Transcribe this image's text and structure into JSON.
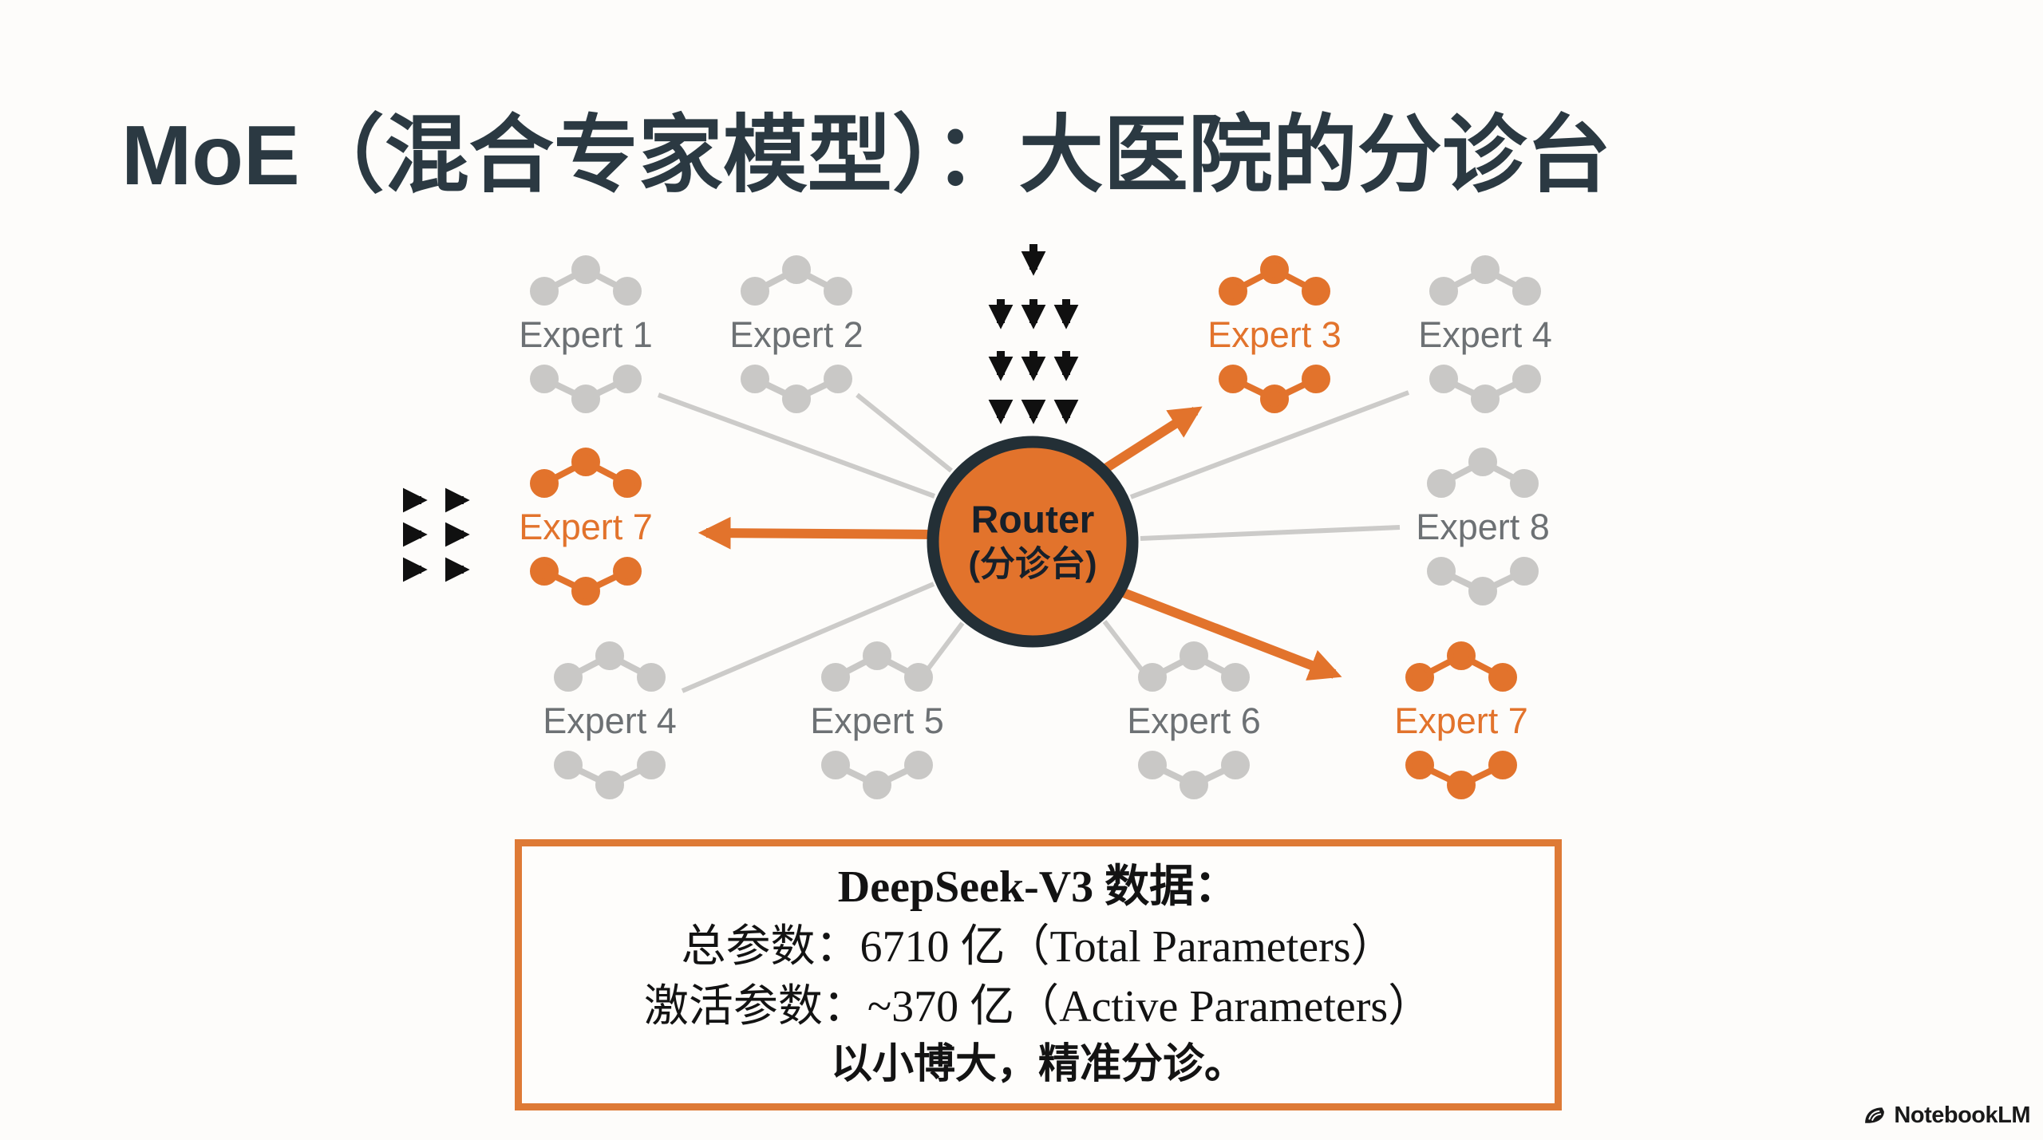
{
  "title": "MoE（混合专家模型）：大医院的分诊台",
  "router": {
    "label": "Router",
    "sublabel": "(分诊台)"
  },
  "experts": [
    {
      "id": "expert-1-top",
      "label": "Expert 1",
      "state": "idle"
    },
    {
      "id": "expert-2-top",
      "label": "Expert 2",
      "state": "idle"
    },
    {
      "id": "expert-3-top",
      "label": "Expert 3",
      "state": "active"
    },
    {
      "id": "expert-4-top",
      "label": "Expert 4",
      "state": "idle"
    },
    {
      "id": "expert-7-left",
      "label": "Expert 7",
      "state": "active"
    },
    {
      "id": "expert-8-right",
      "label": "Expert 8",
      "state": "idle"
    },
    {
      "id": "expert-4-bottom",
      "label": "Expert 4",
      "state": "idle"
    },
    {
      "id": "expert-5-bottom",
      "label": "Expert 5",
      "state": "idle"
    },
    {
      "id": "expert-6-bottom",
      "label": "Expert 6",
      "state": "idle"
    },
    {
      "id": "expert-7-bottom",
      "label": "Expert 7",
      "state": "active"
    }
  ],
  "info_box": {
    "line1": "DeepSeek-V3 数据：",
    "line2": "总参数：6710 亿（Total Parameters）",
    "line3": "激活参数：~370 亿（Active Parameters）",
    "line4": "以小博大，精准分诊。"
  },
  "footer": {
    "brand": "NotebookLM"
  },
  "colors": {
    "accent_orange": "#e2732c",
    "router_border": "#232f36",
    "idle_gray": "#c9c8c6",
    "line_gray": "#cccbc9",
    "label_gray": "#6d7174",
    "ink": "#2b3942",
    "arrow_black": "#101010",
    "box_border_orange": "#de7a36"
  }
}
